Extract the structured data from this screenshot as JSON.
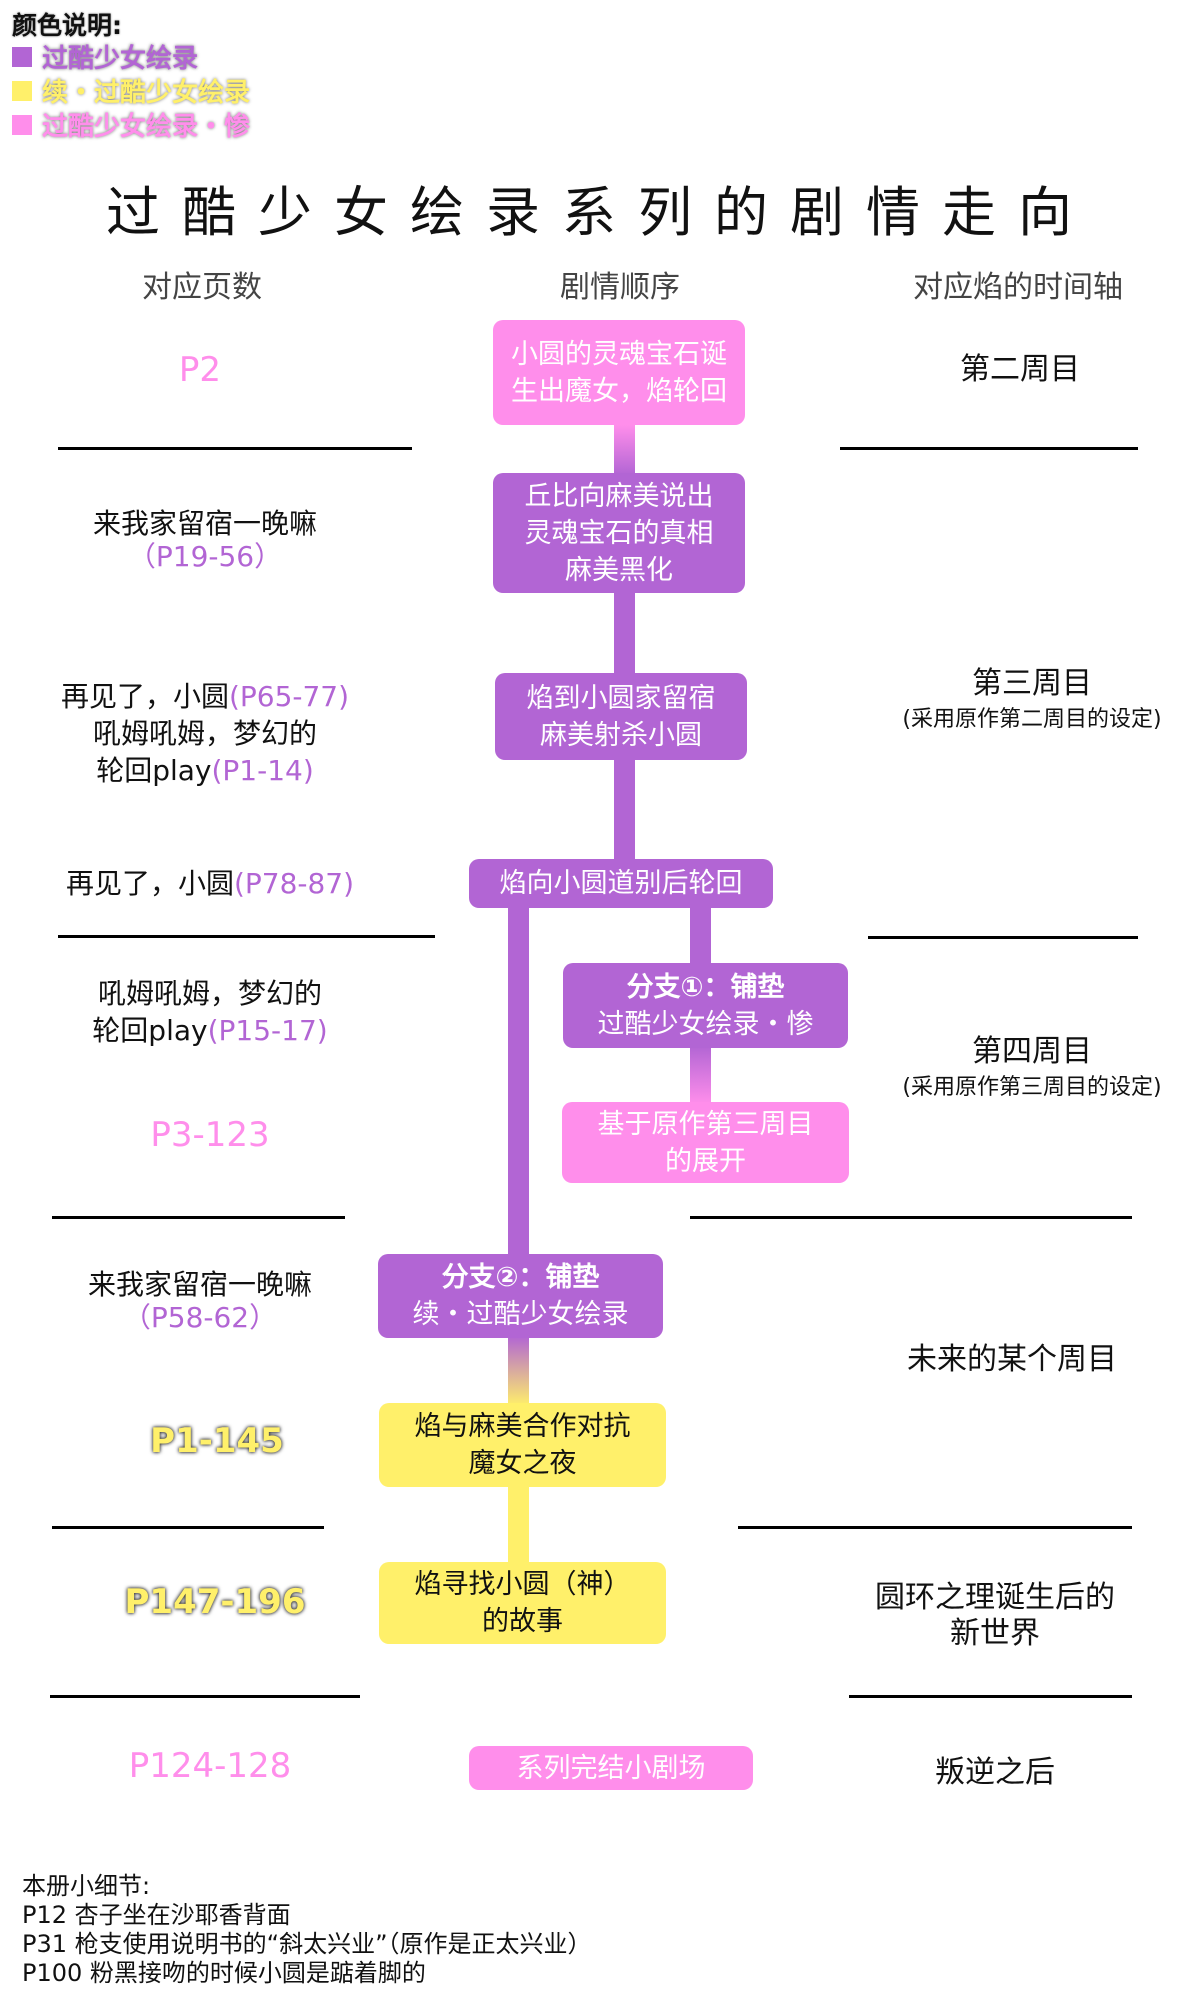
{
  "legend": {
    "title": "颜色说明:",
    "items": [
      {
        "label": "过酷少女绘录",
        "color": "#B265D4"
      },
      {
        "label": "续・过酷少女绘录",
        "color": "#FFF06A"
      },
      {
        "label": "过酷少女绘录・惨",
        "color": "#FF8EEB"
      }
    ]
  },
  "title": "过酷少女绘录系列的剧情走向",
  "columns": {
    "pages": "对应页数",
    "plot": "剧情顺序",
    "timeline": "对应焰的时间轴"
  },
  "colors": {
    "purple": "#B265D4",
    "pink": "#FF8EEB",
    "yellow": "#FFF06A"
  },
  "plot_nodes": [
    {
      "lines": [
        "小圆的灵魂宝石诞",
        "生出魔女，焰轮回"
      ],
      "series": "pink"
    },
    {
      "lines": [
        "丘比向麻美说出",
        "灵魂宝石的真相",
        "麻美黑化"
      ],
      "series": "purple"
    },
    {
      "lines": [
        "焰到小圆家留宿",
        "麻美射杀小圆"
      ],
      "series": "purple"
    },
    {
      "lines": [
        "焰向小圆道别后轮回"
      ],
      "series": "purple"
    },
    {
      "lines": [
        "分支①：铺垫",
        "过酷少女绘录・惨"
      ],
      "series": "purple"
    },
    {
      "lines": [
        "基于原作第三周目",
        "的展开"
      ],
      "series": "pink"
    },
    {
      "lines": [
        "分支②：铺垫",
        "续・过酷少女绘录"
      ],
      "series": "purple"
    },
    {
      "lines": [
        "焰与麻美合作对抗",
        "魔女之夜"
      ],
      "series": "yellow"
    },
    {
      "lines": [
        "焰寻找小圆（神）",
        "的故事"
      ],
      "series": "yellow"
    },
    {
      "lines": [
        "系列完结小剧场"
      ],
      "series": "pink"
    }
  ],
  "pages": [
    {
      "text": "",
      "pages": "P2",
      "style": "pink"
    },
    {
      "text": "来我家留宿一晚嘛",
      "pages": "（P19-56）",
      "style": "purple"
    },
    {
      "lines": [
        {
          "text": "再见了，小圆",
          "pages": "(P65-77)"
        },
        {
          "text": "吼姆吼姆，梦幻的",
          "pages": ""
        },
        {
          "text": "轮回play",
          "pages": "(P1-14)"
        }
      ]
    },
    {
      "text": "再见了，小圆",
      "pages": "(P78-87)"
    },
    {
      "lines": [
        {
          "text": "吼姆吼姆，梦幻的",
          "pages": ""
        },
        {
          "text": "轮回play",
          "pages": "(P15-17)"
        }
      ]
    },
    {
      "text": "",
      "pages": "P3-123",
      "style": "pink"
    },
    {
      "text": "来我家留宿一晚嘛",
      "pages": "（P58-62）",
      "style": "purple"
    },
    {
      "text": "",
      "pages": "P1-145",
      "style": "yellow"
    },
    {
      "text": "",
      "pages": "P147-196",
      "style": "yellow"
    },
    {
      "text": "",
      "pages": "P124-128",
      "style": "pink"
    }
  ],
  "timeline": [
    {
      "main": "第二周目",
      "sub": ""
    },
    {
      "main": "第三周目",
      "sub": "(采用原作第二周目的设定)"
    },
    {
      "main": "第四周目",
      "sub": "(采用原作第三周目的设定)"
    },
    {
      "main": "未来的某个周目",
      "sub": ""
    },
    {
      "main": "圆环之理诞生后的",
      "sub2": "新世界"
    },
    {
      "main": "叛逆之后",
      "sub": ""
    }
  ],
  "notes": {
    "heading": "本册小细节:",
    "items": [
      "P12 杏子坐在沙耶香背面",
      "P31 枪支使用说明书的“斜太兴业”（原作是正太兴业）",
      "P100 粉黑接吻的时候小圆是踮着脚的"
    ]
  }
}
